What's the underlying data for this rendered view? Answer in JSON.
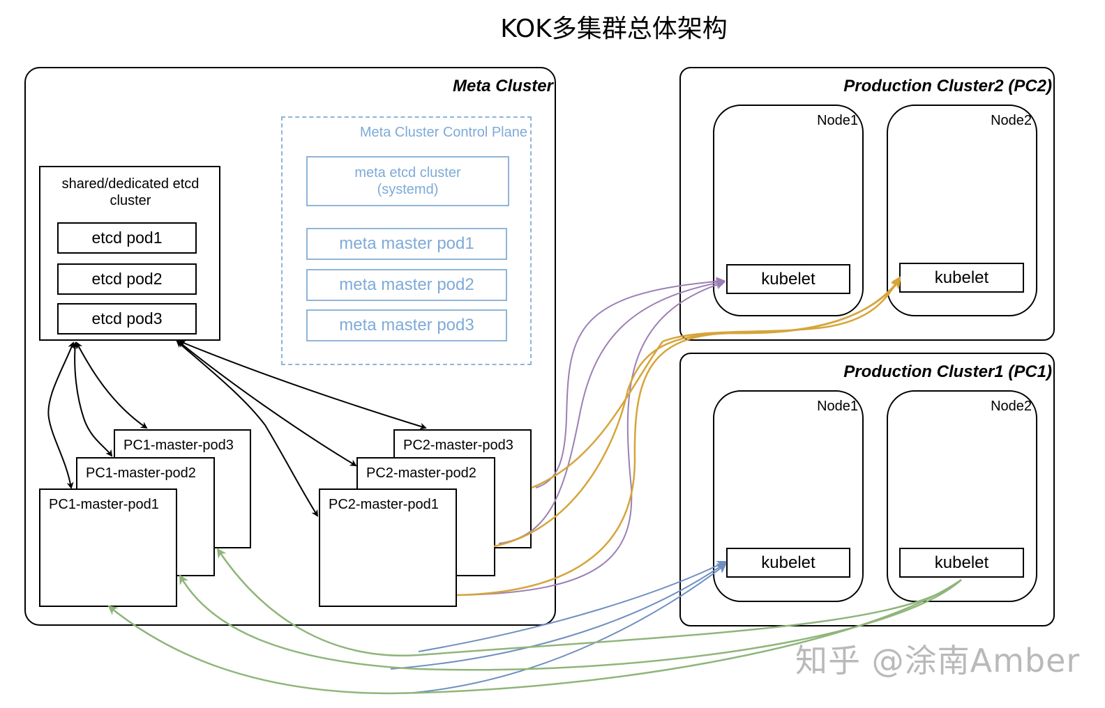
{
  "title": "KOK多集群总体架构",
  "meta_cluster": {
    "label": "Meta Cluster",
    "etcd_group": {
      "label": "shared/dedicated etcd cluster",
      "pods": [
        "etcd pod1",
        "etcd pod2",
        "etcd pod3"
      ]
    },
    "control_plane": {
      "label": "Meta Cluster Control Plane",
      "etcd_line1": "meta etcd cluster",
      "etcd_line2": "(systemd)",
      "master_pods": [
        "meta master pod1",
        "meta master pod2",
        "meta master pod3"
      ]
    },
    "pc1_masters": [
      "PC1-master-pod1",
      "PC1-master-pod2",
      "PC1-master-pod3"
    ],
    "pc2_masters": [
      "PC2-master-pod1",
      "PC2-master-pod2",
      "PC2-master-pod3"
    ]
  },
  "pc2": {
    "label": "Production Cluster2 (PC2)",
    "nodes": [
      {
        "label": "Node1",
        "kubelet": "kubelet"
      },
      {
        "label": "Node2",
        "kubelet": "kubelet"
      }
    ]
  },
  "pc1": {
    "label": "Production Cluster1 (PC1)",
    "nodes": [
      {
        "label": "Node1",
        "kubelet": "kubelet"
      },
      {
        "label": "Node2",
        "kubelet": "kubelet"
      }
    ]
  },
  "edge_colors": {
    "etcd_links": "#000000",
    "pc2_node1": "#9b7fb5",
    "pc2_node2": "#d6a43a",
    "pc1_node1": "#6f8fc0",
    "pc1_node2": "#8fb57a"
  },
  "watermark": "知乎 @涂南Amber"
}
